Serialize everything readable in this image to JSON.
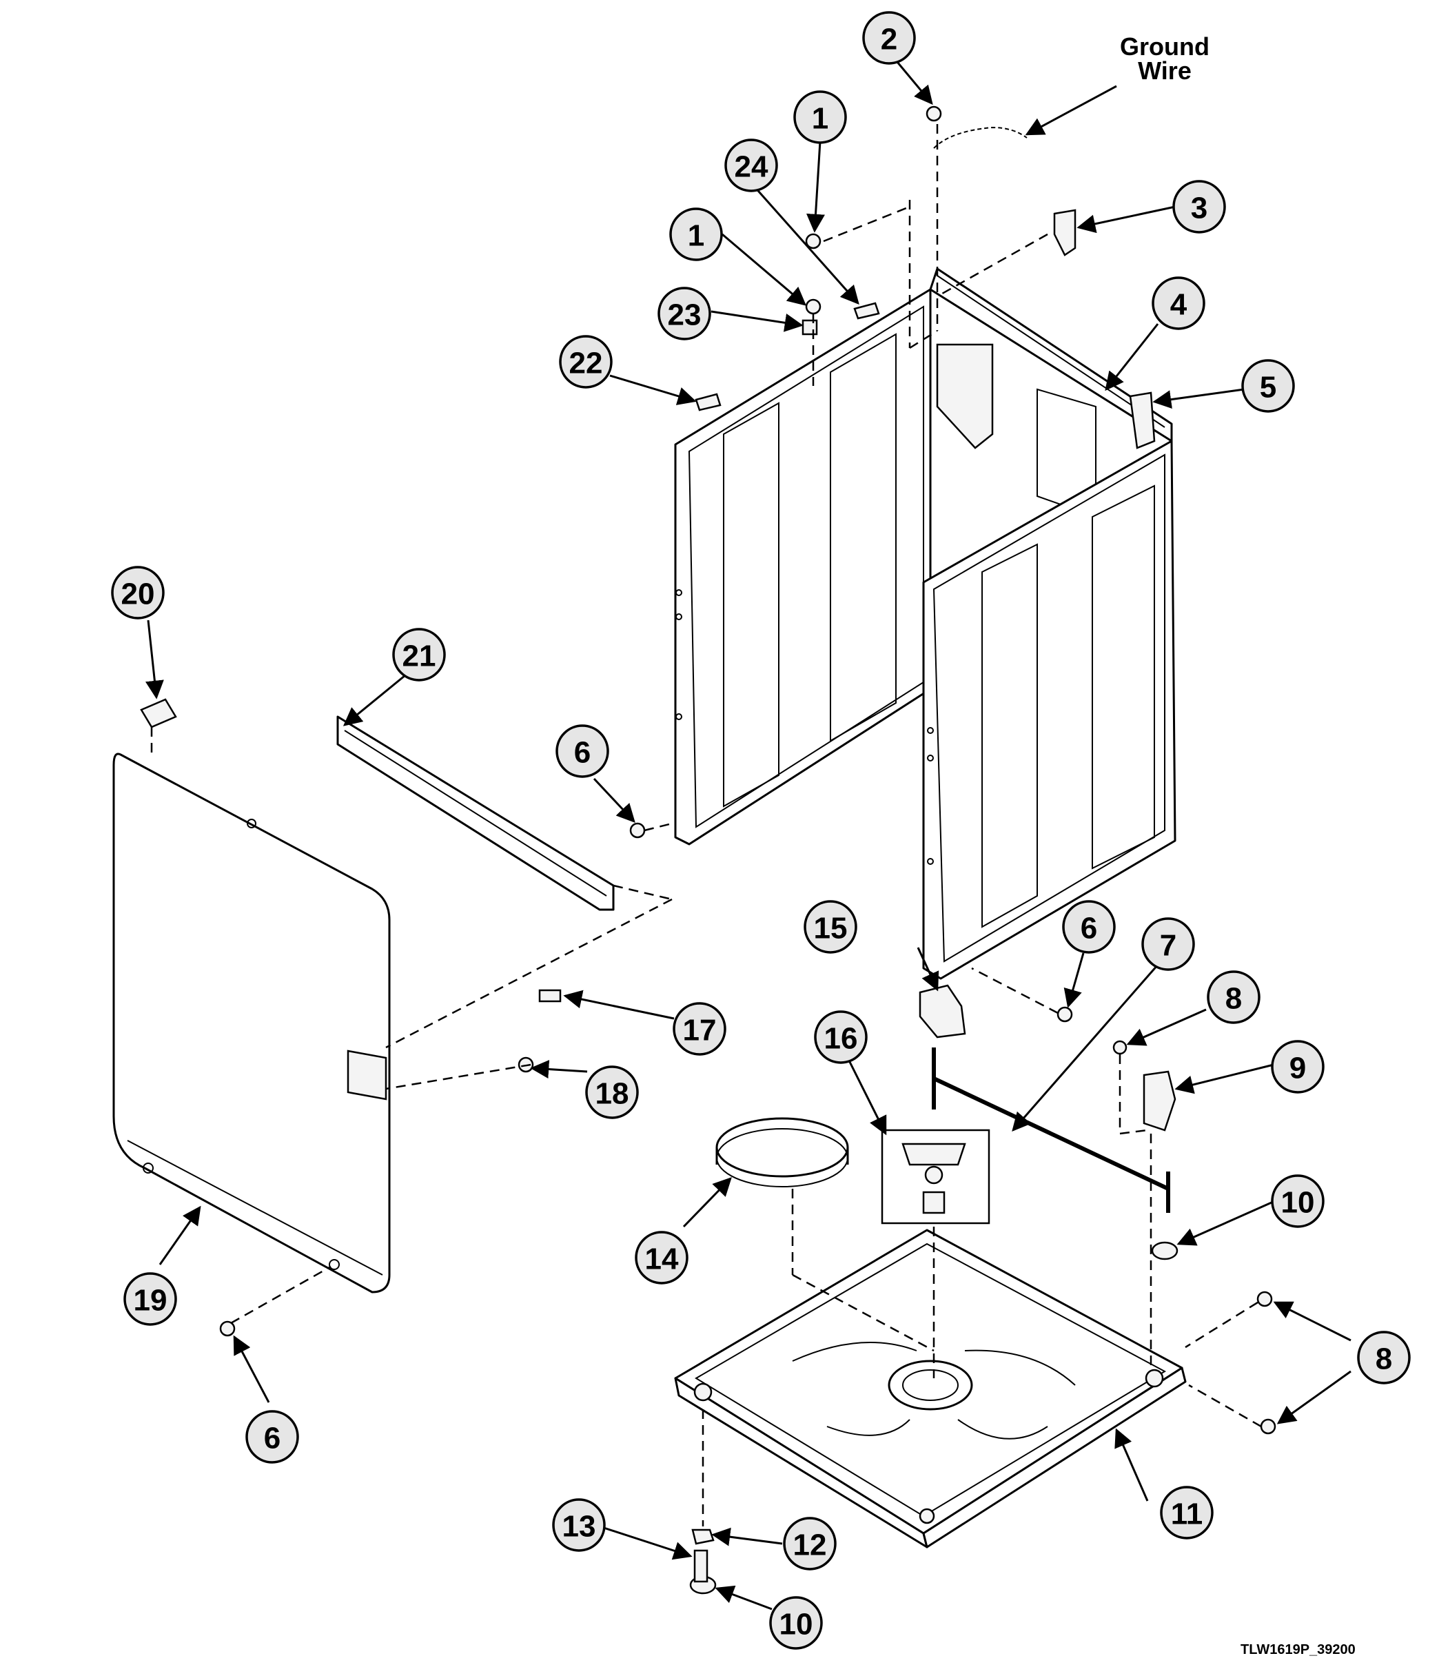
{
  "ground_wire_label": {
    "line1": "Ground",
    "line2": "Wire"
  },
  "reference_code": "TLW1619P_39200",
  "callouts": [
    "1",
    "1",
    "2",
    "3",
    "4",
    "5",
    "6",
    "6",
    "6",
    "7",
    "8",
    "8",
    "9",
    "10",
    "10",
    "11",
    "12",
    "13",
    "14",
    "15",
    "16",
    "17",
    "18",
    "19",
    "20",
    "21",
    "22",
    "23",
    "24"
  ]
}
